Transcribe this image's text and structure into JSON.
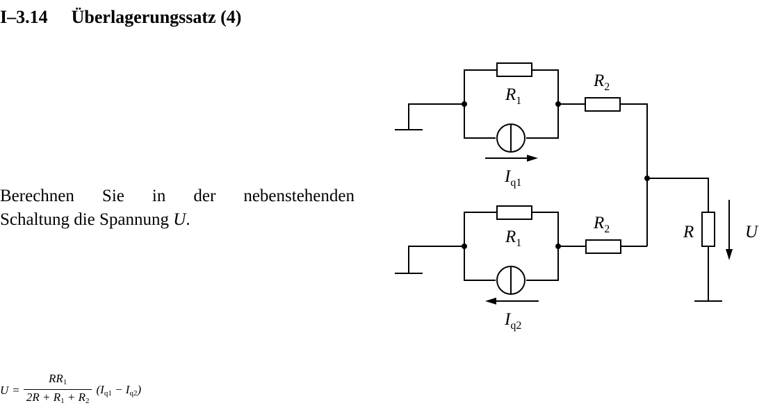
{
  "title": {
    "number": "I–3.14",
    "text": "Überlagerungssatz (4)"
  },
  "task": {
    "line1": "Berechnen Sie in der nebenstehenden",
    "line2_prefix": "Schaltung die Spannung",
    "line2_var": "U",
    "line2_suffix": "."
  },
  "solution": {
    "lhs": "U",
    "eq": "=",
    "num_a": "RR",
    "num_sub": "1",
    "den_a": "2R + R",
    "den_sub1": "1",
    "den_b": " + R",
    "den_sub2": "2",
    "paren_open": "(I",
    "sub_q1": "q1",
    "minus": " − I",
    "sub_q2": "q2",
    "paren_close": ")"
  },
  "diagram": {
    "R1_top": {
      "main": "R",
      "sub": "1"
    },
    "R2_top": {
      "main": "R",
      "sub": "2"
    },
    "Iq1": {
      "main": "I",
      "sub": "q1"
    },
    "R1_bot": {
      "main": "R",
      "sub": "1"
    },
    "R2_bot": {
      "main": "R",
      "sub": "2"
    },
    "Iq2": {
      "main": "I",
      "sub": "q2"
    },
    "R": "R",
    "U": "U"
  }
}
